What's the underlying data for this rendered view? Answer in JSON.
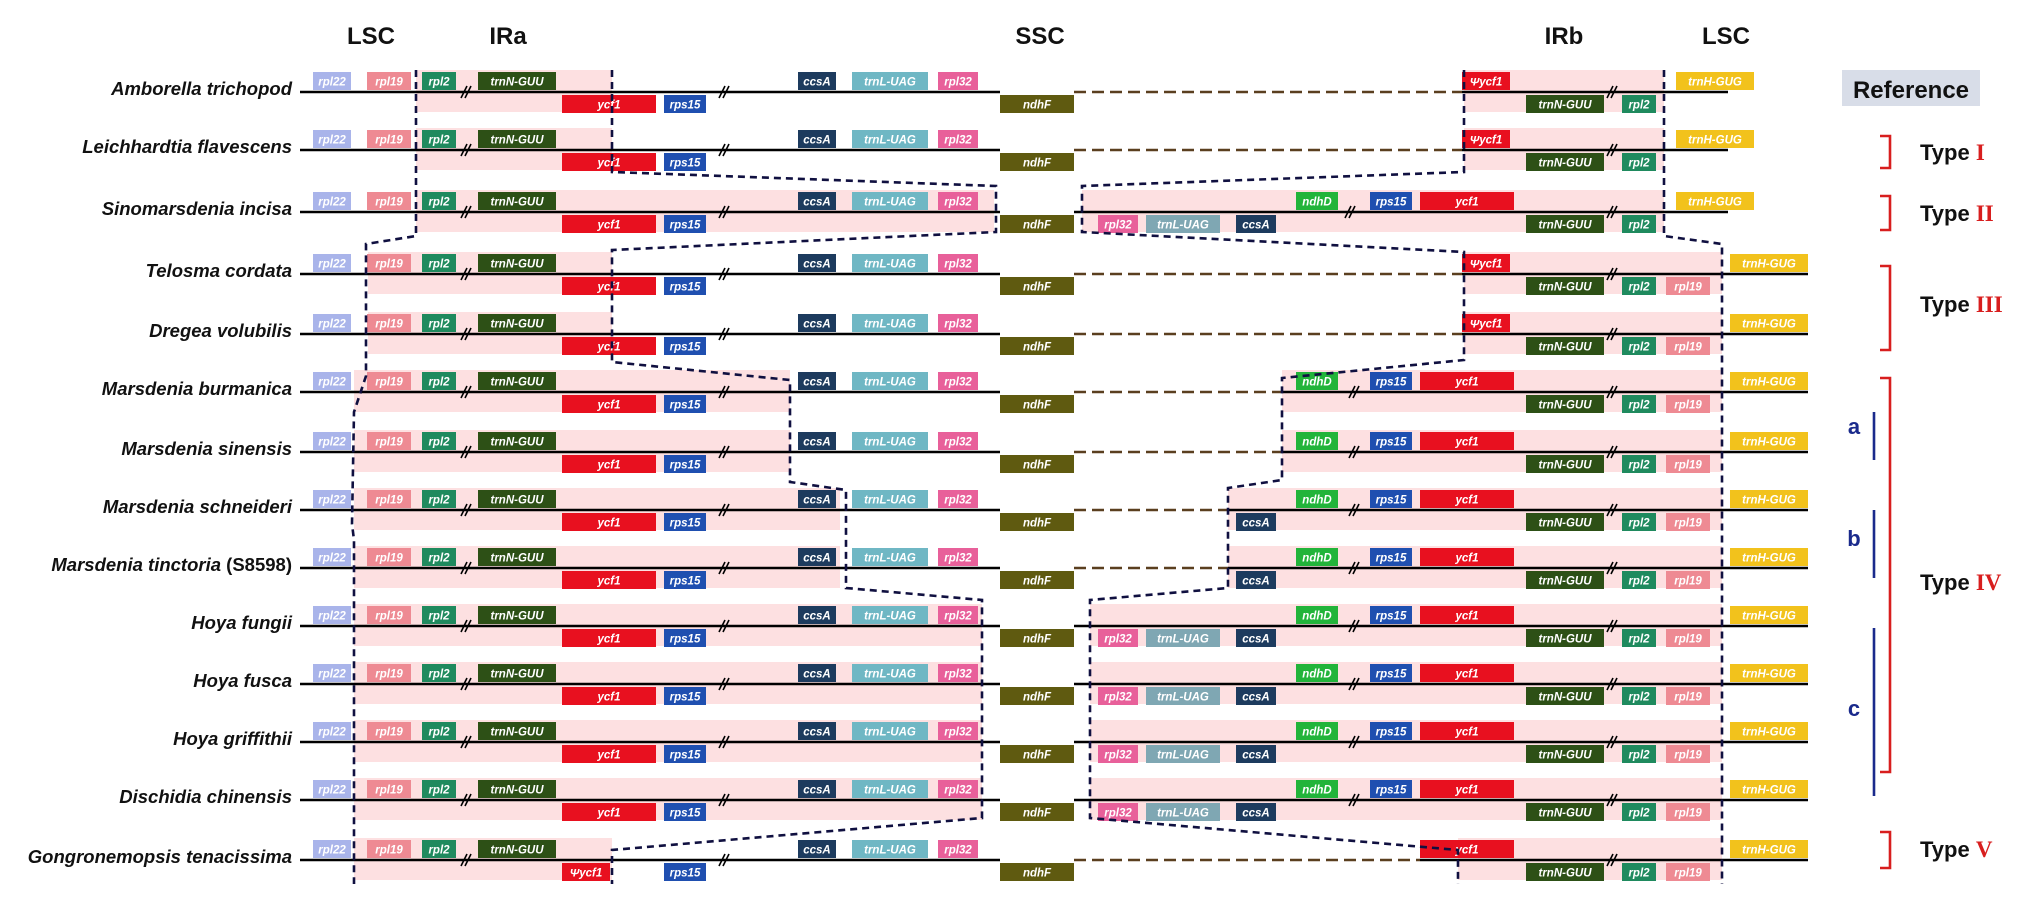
{
  "regions": [
    "LSC",
    "IRa",
    "SSC",
    "IRb",
    "LSC"
  ],
  "species": [
    {
      "name": "Amborella trichopod",
      "suffix": "",
      "tag": "Reference"
    },
    {
      "name": "Leichhardtia flavescens",
      "suffix": "",
      "tag": "Type I"
    },
    {
      "name": "Sinomarsdenia incisa",
      "suffix": "",
      "tag": "Type II"
    },
    {
      "name": "Telosma cordata",
      "suffix": "",
      "tag": "Type III"
    },
    {
      "name": "Dregea volubilis",
      "suffix": "",
      "tag": "Type III"
    },
    {
      "name": "Marsdenia burmanica",
      "suffix": "",
      "tag": "Type IV a"
    },
    {
      "name": "Marsdenia sinensis",
      "suffix": "",
      "tag": "Type IV a"
    },
    {
      "name": "Marsdenia schneideri",
      "suffix": "",
      "tag": "Type IV b"
    },
    {
      "name": "Marsdenia tinctoria",
      "suffix": " (S8598)",
      "tag": "Type IV b"
    },
    {
      "name": "Hoya fungii",
      "suffix": "",
      "tag": "Type IV c"
    },
    {
      "name": "Hoya fusca",
      "suffix": "",
      "tag": "Type IV c"
    },
    {
      "name": "Hoya griffithii",
      "suffix": "",
      "tag": "Type IV c"
    },
    {
      "name": "Dischidia chinensis",
      "suffix": "",
      "tag": "Type IV c"
    },
    {
      "name": "Gongronemopsis tenacissima",
      "suffix": "",
      "tag": "Type V"
    }
  ],
  "gene_labels": {
    "rpl22": "rpl22",
    "rpl19": "rpl19",
    "rpl2": "rpl2",
    "trnN": "trnN-GUU",
    "ycf1": "ycf1",
    "psi_ycf1": "Ψycf1",
    "rps15": "rps15",
    "ndhD": "ndhD",
    "ccsA": "ccsA",
    "trnL": "trnL-UAG",
    "rpl32": "rpl32",
    "ndhF": "ndhF",
    "trnH": "trnH-GUG"
  },
  "gene_colors": {
    "rpl22": "#a9b4ea",
    "rpl19": "#ee8a93",
    "rpl2": "#1f8a5e",
    "trnN": "#2d5016",
    "ycf1": "#e8101f",
    "rps15": "#1f4fb0",
    "ndhD": "#22b43a",
    "ccsA": "#1d3b5e",
    "trnL": "#6fb7c4",
    "rpl32": "#e8609a",
    "ndhF": "#5f5a10",
    "trnH": "#f2c21c",
    "ir_shade": "#fde0e1",
    "dash_line": "#5a3f1f",
    "boundary": "#101040",
    "numeral_red": "#d81e1e",
    "numeral_blue": "#1a2a8c",
    "bracket_red": "#d81e1e",
    "bracket_blue": "#1a2a8c",
    "reference_bg": "#d8dde8"
  },
  "legend": {
    "reference": "Reference",
    "type_word": "Type",
    "types": [
      {
        "numeral": "I",
        "color": "red"
      },
      {
        "numeral": "II",
        "color": "red"
      },
      {
        "numeral": "III",
        "color": "red"
      },
      {
        "numeral": "IV",
        "color": "red"
      },
      {
        "numeral": "V",
        "color": "red"
      }
    ],
    "subtypes": [
      "a",
      "b",
      "c"
    ]
  }
}
